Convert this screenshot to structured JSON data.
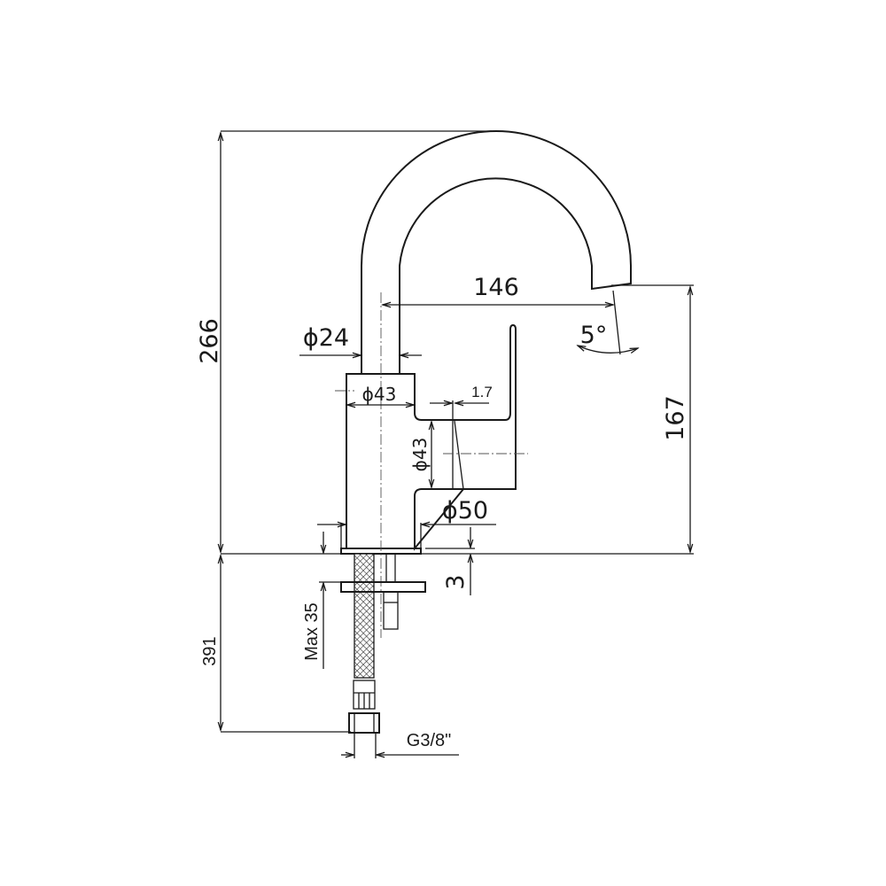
{
  "title": "Faucet technical drawing",
  "dimensions": {
    "total_height": "266",
    "spout_reach": "146",
    "spout_height": "167",
    "spout_angle": "5°",
    "spout_diameter": "ϕ24",
    "body_diameter_top": "ϕ43",
    "handle_gap": "1.7",
    "handle_diameter": "ϕ43",
    "base_diameter": "ϕ50",
    "base_thickness": "3",
    "max_countertop": "Max 35",
    "hose_length": "391",
    "connection_thread": "G3/8\""
  },
  "colors": {
    "line": "#1a1a1a",
    "background": "#ffffff"
  }
}
